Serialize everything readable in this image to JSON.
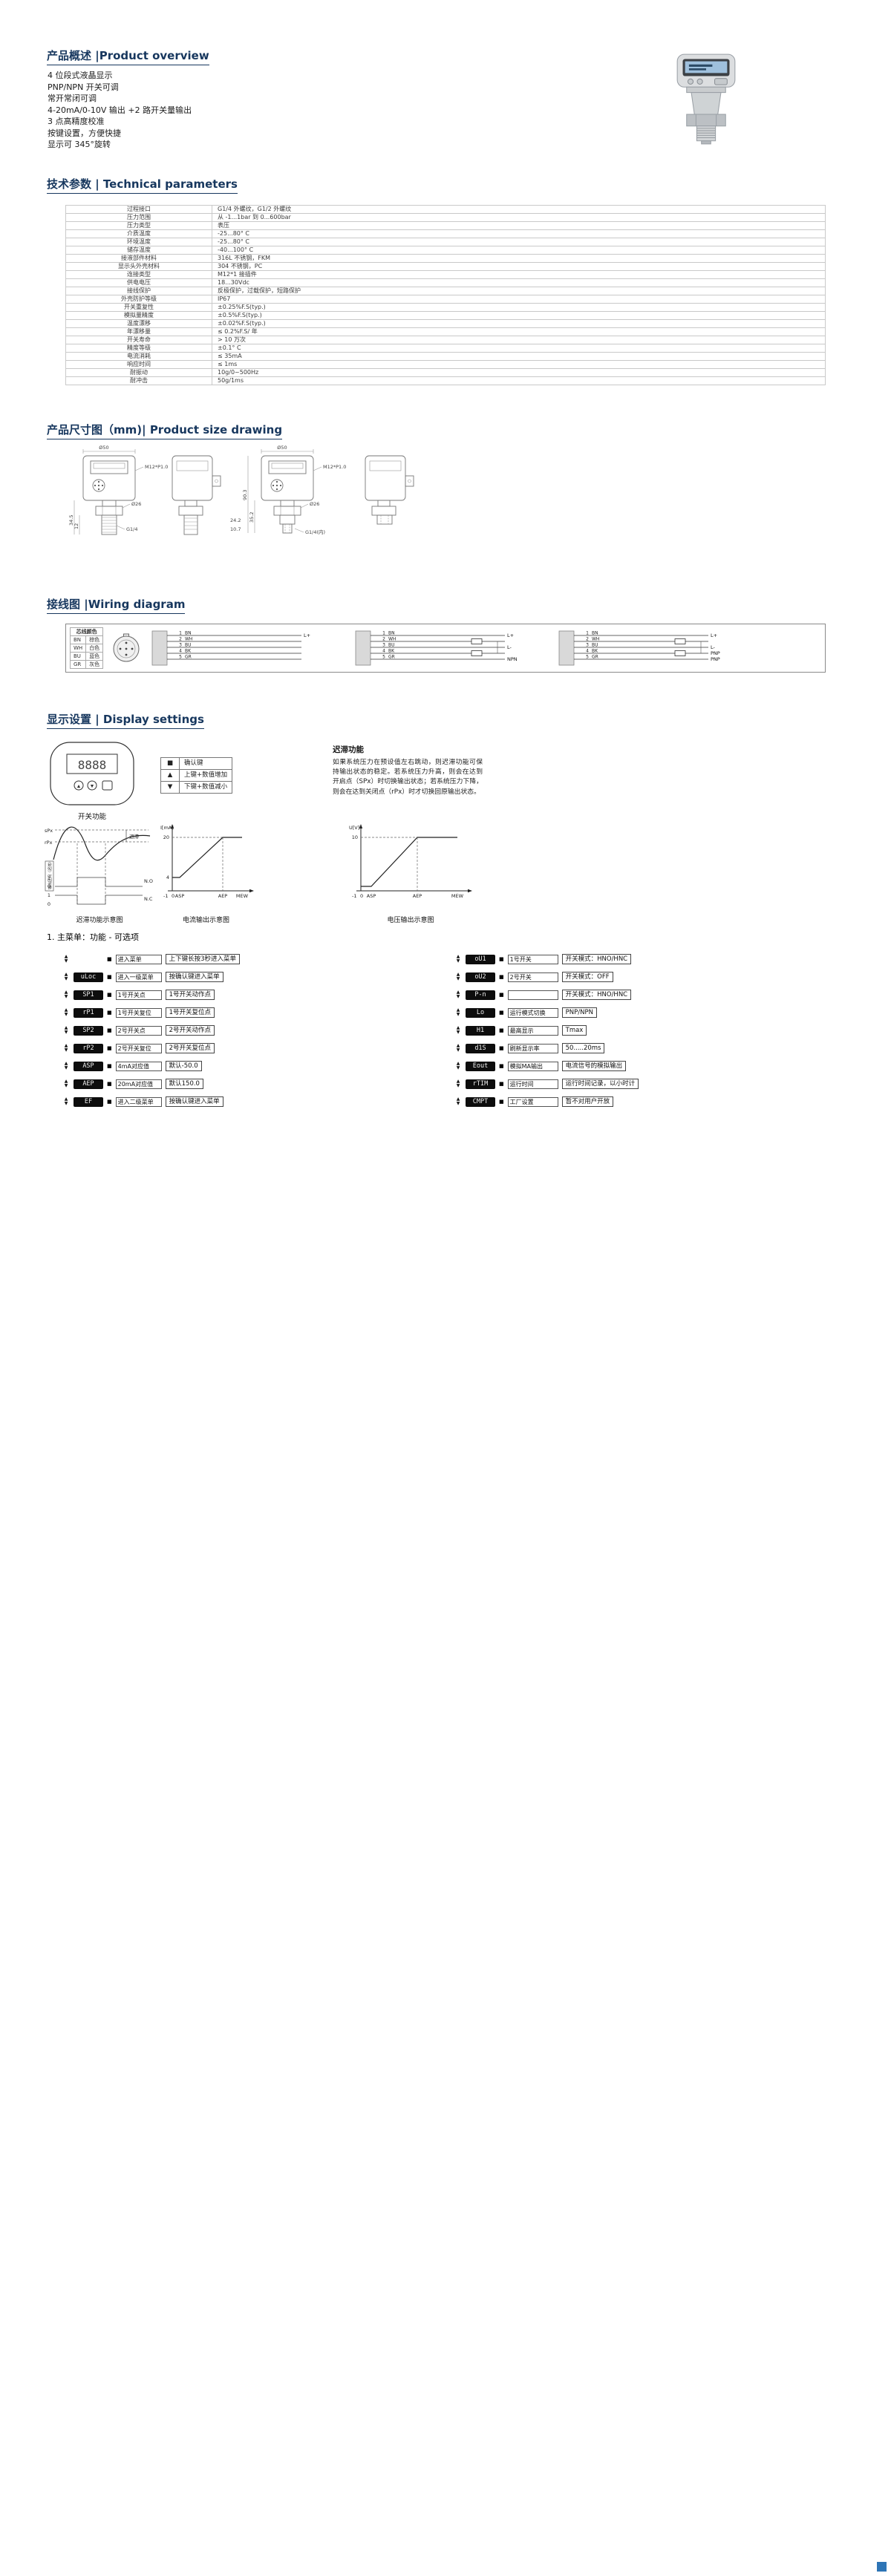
{
  "page": {
    "corner_mark_color": "#2e75b6"
  },
  "overview": {
    "heading": "产品概述 |Product overview",
    "features": [
      "4 位段式液晶显示",
      "PNP/NPN 开关可调",
      "常开常闭可调",
      "4-20mA/0-10V 输出 +2 路开关量输出",
      "3 点高精度校准",
      "按键设置，方便快捷",
      "显示可 345°旋转"
    ],
    "product_image": "pressure-transmitter-with-lcd"
  },
  "tech_params": {
    "heading": "技术参数 | Technical parameters",
    "rows": [
      {
        "name": "过程接口",
        "value": "G1/4 外螺纹，G1/2 外螺纹"
      },
      {
        "name": "压力范围",
        "value": "从 -1...1bar 到 0...600bar"
      },
      {
        "name": "压力类型",
        "value": "表压"
      },
      {
        "name": "介质温度",
        "value": "-25...80° C"
      },
      {
        "name": "环境温度",
        "value": "-25...80° C"
      },
      {
        "name": "储存温度",
        "value": "-40...100° C"
      },
      {
        "name": "接液部件材料",
        "value": "316L 不锈钢，FKM"
      },
      {
        "name": "显示头外壳材料",
        "value": "304 不锈钢，PC"
      },
      {
        "name": "连接类型",
        "value": "M12*1 接插件"
      },
      {
        "name": "供电电压",
        "value": "18...30Vdc"
      },
      {
        "name": "接线保护",
        "value": "反极保护，过载保护，短路保护"
      },
      {
        "name": "外壳防护等级",
        "value": "IP67"
      },
      {
        "name": "开关重复性",
        "value": "±0.25%F.S(typ.)"
      },
      {
        "name": "模拟量精度",
        "value": "±0.5%F.S(typ.)"
      },
      {
        "name": "温度漂移",
        "value": "±0.02%F.S(typ.)"
      },
      {
        "name": "年漂移量",
        "value": "≤ 0.2%F.S/ 年"
      },
      {
        "name": "开关寿命",
        "value": "> 10 万次"
      },
      {
        "name": "精度等级",
        "value": "±0.1° C"
      },
      {
        "name": "电流消耗",
        "value": "≤ 35mA"
      },
      {
        "name": "响应时间",
        "value": "≤ 1ms"
      },
      {
        "name": "耐振动",
        "value": "10g/0~500Hz"
      },
      {
        "name": "耐冲击",
        "value": "50g/1ms"
      }
    ]
  },
  "size_drawing": {
    "heading": "产品尺寸图（mm)| Product size drawing",
    "labels": {
      "d50": "Ø50",
      "m12": "M12*P1.0",
      "d26": "Ø26",
      "g14": "G1/4",
      "g14n": "G1/4(内)",
      "dim345": "34.5",
      "dim12": "12",
      "dim903": "90.3",
      "dim352": "35.2",
      "dim242": "24.2",
      "dim107": "10.7"
    }
  },
  "wiring": {
    "heading": "接线图 |Wiring diagram",
    "legend_header": "芯线颜色",
    "legend": [
      [
        "BN",
        "棕色"
      ],
      [
        "WH",
        "白色"
      ],
      [
        "BU",
        "蓝色"
      ],
      [
        "GR",
        "灰色"
      ]
    ],
    "wires": [
      [
        "1",
        "BN"
      ],
      [
        "2",
        "WH"
      ],
      [
        "3",
        "BU"
      ],
      [
        "4",
        "BK"
      ],
      [
        "5",
        "GR"
      ]
    ],
    "diagrams": [
      {
        "labels": {
          "0": "L+"
        },
        "loads": []
      },
      {
        "labels": {
          "0": "L+",
          "2": "L-",
          "4": "NPN"
        },
        "loads": [
          1,
          3
        ]
      },
      {
        "labels": {
          "0": "L+",
          "2": "L-",
          "3": "PNP",
          "4": "PNP"
        },
        "loads": [
          1,
          3
        ]
      }
    ]
  },
  "display_settings": {
    "heading": "显示设置 | Display settings",
    "device_caption": "开关功能",
    "device_lcd": "8888",
    "keys": [
      {
        "symbol": "■",
        "label": "确认键"
      },
      {
        "symbol": "▲",
        "label": "上键+数值增加"
      },
      {
        "symbol": "▼",
        "label": "下键+数值减小"
      }
    ],
    "hysteresis_note": {
      "title": "迟滞功能",
      "text": "如果系统压力在预设值左右跳动，则迟滞功能可保持输出状态的稳定。若系统压力升高，则会在达到开启点（SPx）时切换输出状态；若系统压力下降，则会在达到关闭点（rPx）时才切换回原输出状态。"
    },
    "graphs": {
      "hysteresis": {
        "caption": "迟滞功能示意图",
        "spx": "sPx",
        "rpx": "rPx",
        "lag": "迟滞",
        "band": "输出区间（迟滞）",
        "no": "N.O",
        "nc": "N.C",
        "one": "1",
        "zero": "0"
      },
      "current": {
        "caption": "电流输出示意图",
        "ylabel": "I[mA]",
        "t_top": "20",
        "t_low": "4",
        "x1": "ASP",
        "x2": "AEP",
        "x3": "MEW",
        "o1": "-1",
        "o2": "0"
      },
      "voltage": {
        "caption": "电压输出示意图",
        "ylabel": "U[V]",
        "t_top": "10",
        "x1": "ASP",
        "x2": "AEP",
        "x3": "MEW",
        "o1": "-1",
        "o2": "0"
      }
    }
  },
  "menu": {
    "title": "1. 主菜单：功能 - 可选项",
    "left": [
      {
        "display": "",
        "tag": "进入菜单",
        "desc": "上下键长按3秒进入菜单"
      },
      {
        "display": "uLoc",
        "tag": "进入一级菜单",
        "desc": "按确认键进入菜单"
      },
      {
        "display": "SP1",
        "tag": "1号开关点",
        "desc": "1号开关动作点"
      },
      {
        "display": "rP1",
        "tag": "1号开关复位",
        "desc": "1号开关复位点"
      },
      {
        "display": "SP2",
        "tag": "2号开关点",
        "desc": "2号开关动作点"
      },
      {
        "display": "rP2",
        "tag": "2号开关复位",
        "desc": "2号开关复位点"
      },
      {
        "display": "ASP",
        "tag": "4mA对应值",
        "desc": "默认-50.0"
      },
      {
        "display": "AEP",
        "tag": "20mA对应值",
        "desc": "默认150.0"
      },
      {
        "display": "EF",
        "tag": "进入二级菜单",
        "desc": "按确认键进入菜单"
      }
    ],
    "right": [
      {
        "display": "oU1",
        "tag": "1号开关",
        "desc": "开关模式：HNO/HNC"
      },
      {
        "display": "oU2",
        "tag": "2号开关",
        "desc": "开关模式：OFF"
      },
      {
        "display": "P-n",
        "tag": "",
        "desc": "开关模式：HNO/HNC"
      },
      {
        "display": "Lo",
        "tag": "运行模式切换",
        "desc": "PNP/NPN"
      },
      {
        "display": "H1",
        "tag": "最高显示",
        "desc": "Tmax"
      },
      {
        "display": "d1S",
        "tag": "刷新显示率",
        "desc": "50.....20ms"
      },
      {
        "display": "Eout",
        "tag": "模拟MA输出",
        "desc": "电流信号的模拟输出"
      },
      {
        "display": "rTIM",
        "tag": "运行时间",
        "desc": "运行时间记录，以小时计"
      },
      {
        "display": "CMPT",
        "tag": "工厂设置",
        "desc": "暂不对用户开放"
      }
    ]
  }
}
